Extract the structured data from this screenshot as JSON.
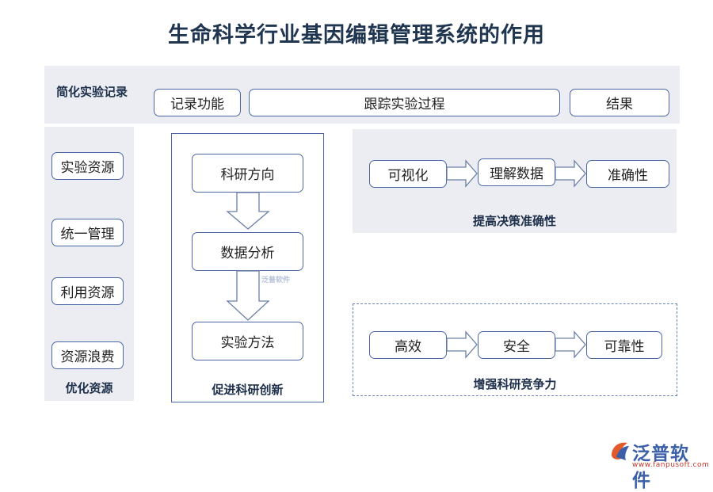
{
  "title": "生命科学行业基因编辑管理系统的作用",
  "top_band": {
    "label": "简化实验记录",
    "boxes": [
      "记录功能",
      "跟踪实验过程",
      "结果"
    ]
  },
  "left_column": {
    "items": [
      "实验资源",
      "统一管理",
      "利用资源",
      "资源浪费"
    ],
    "label": "优化资源"
  },
  "middle_column": {
    "steps": [
      "科研方向",
      "数据分析",
      "实验方法"
    ],
    "label": "促进科研创新",
    "watermark": "泛普软件"
  },
  "decision_panel": {
    "steps": [
      "可视化",
      "理解数据",
      "准确性"
    ],
    "label": "提高决策准确性"
  },
  "competitive_panel": {
    "steps": [
      "高效",
      "安全",
      "可靠性"
    ],
    "label": "增强科研竞争力"
  },
  "logo": {
    "name": "泛普软件",
    "url": "www.fanpusoft.com",
    "brand_color": "#3b5fa8"
  }
}
